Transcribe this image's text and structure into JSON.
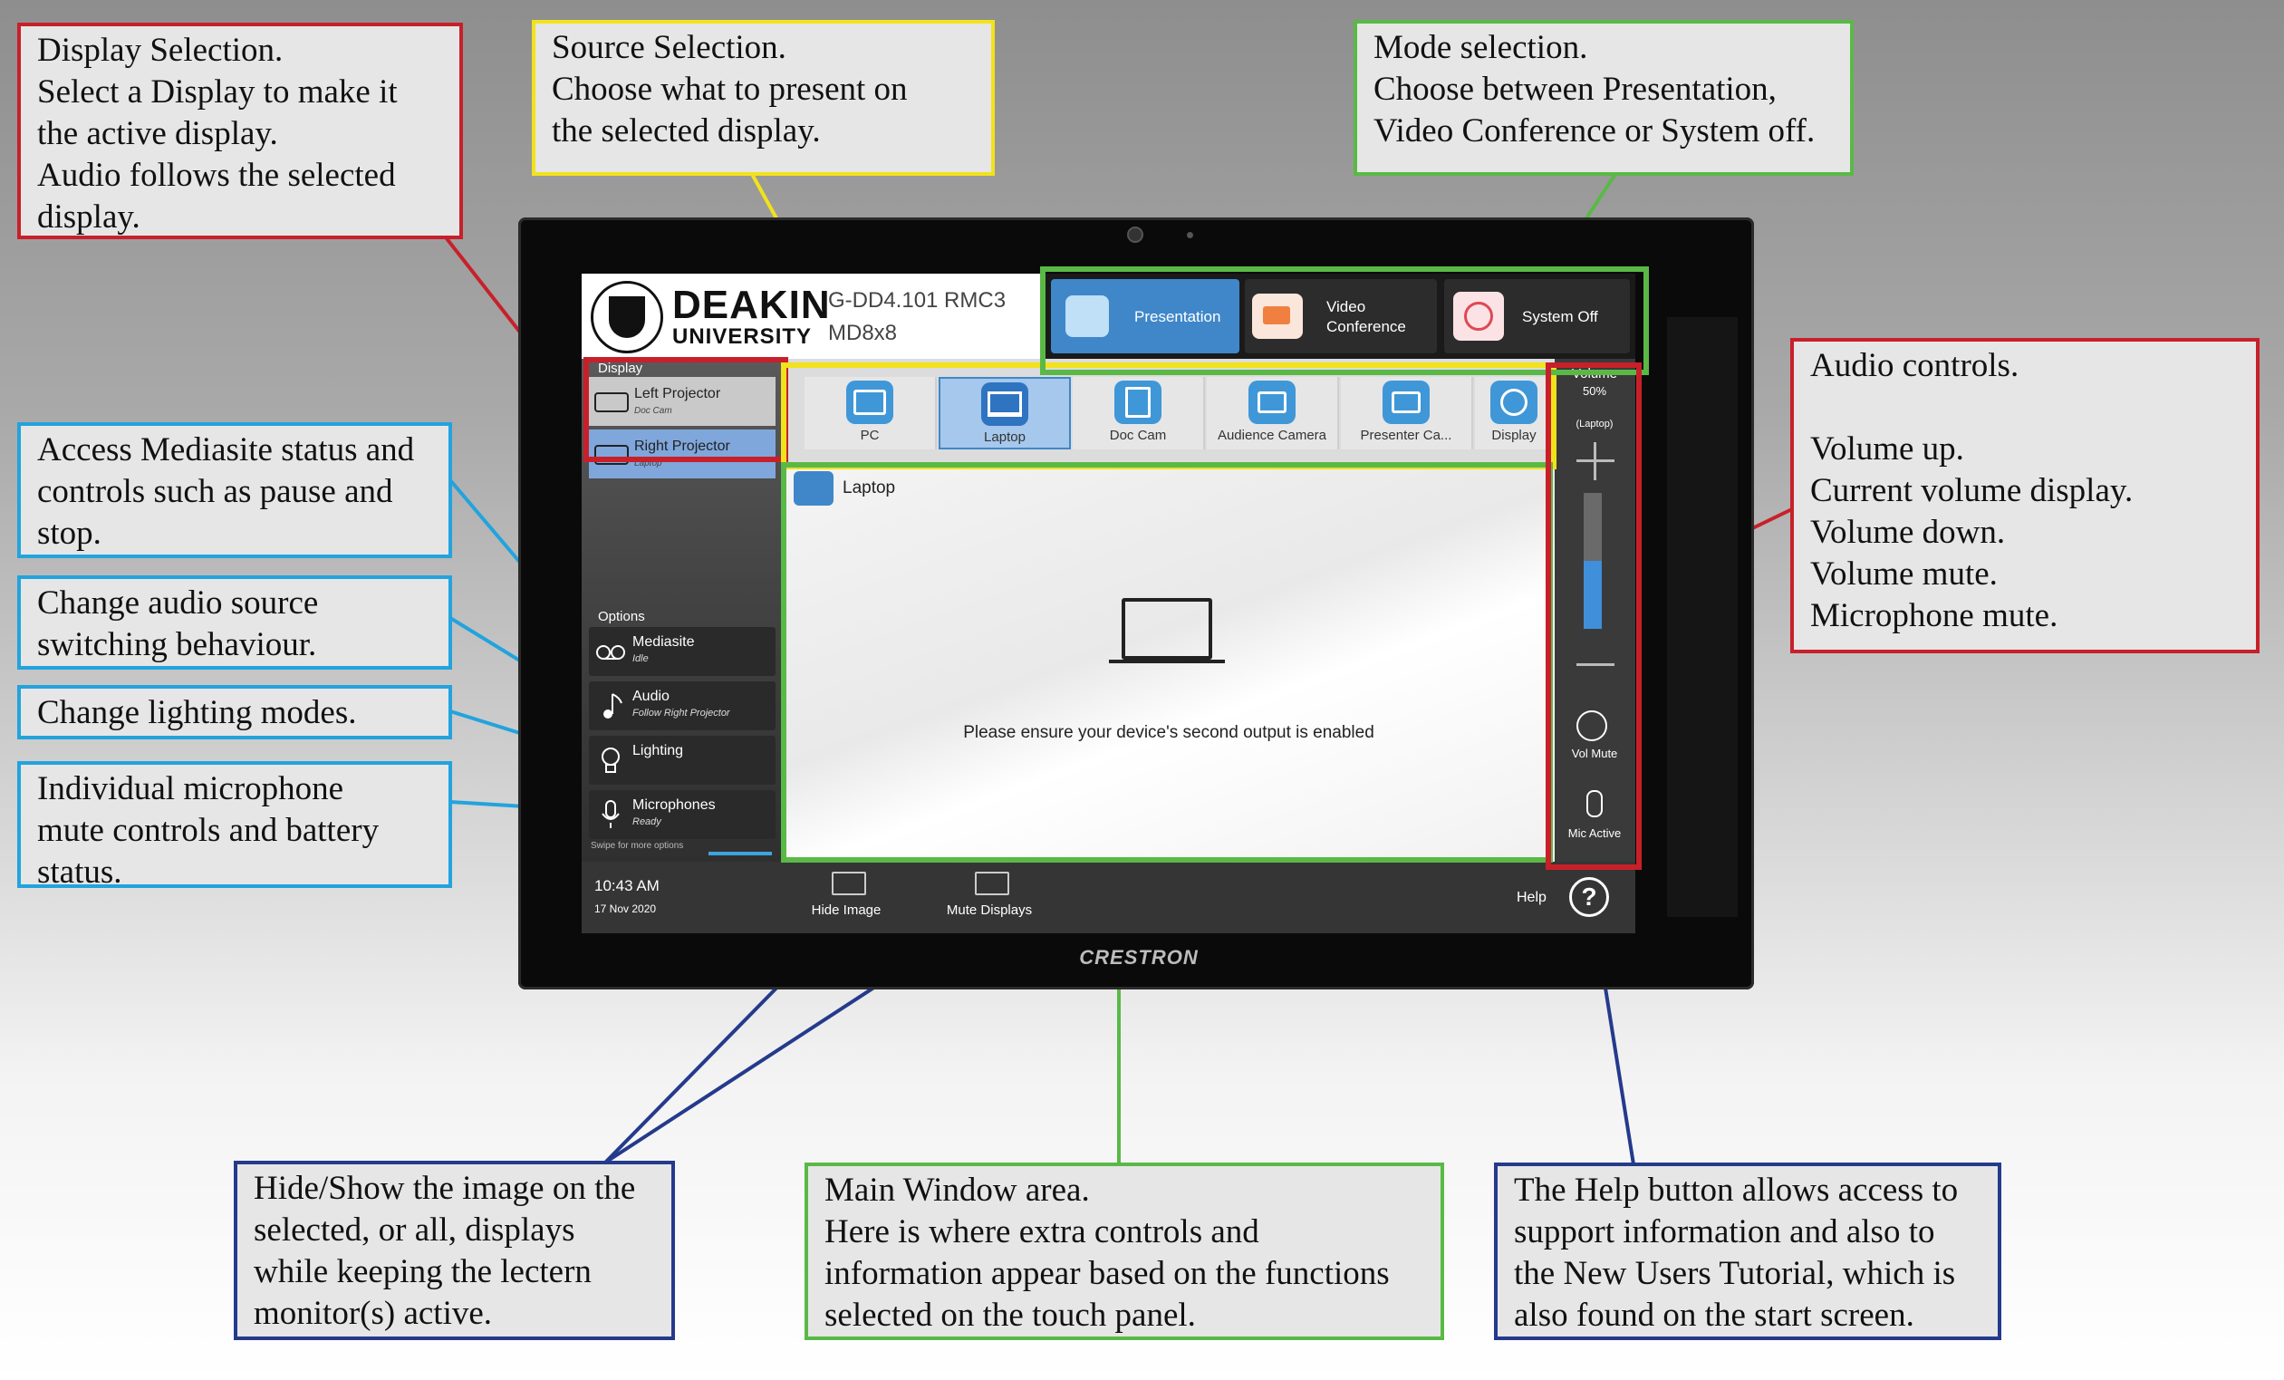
{
  "callouts": {
    "display_selection": "Display Selection.\nSelect a Display to make it\nthe active display.\nAudio follows the selected\ndisplay.",
    "source_selection": "Source Selection.\nChoose what to present on\nthe selected display.",
    "mode_selection": "Mode selection.\nChoose between Presentation,\nVideo Conference or System off.",
    "audio_controls": "Audio controls.\n\nVolume up.\nCurrent volume display.\nVolume down.\nVolume mute.\nMicrophone mute.",
    "mediasite": "Access Mediasite status and\ncontrols such as pause and\nstop.",
    "audio_switching": "Change audio source\nswitching behaviour.",
    "lighting": "Change lighting modes.",
    "microphones": "Individual microphone\nmute controls and battery\nstatus.",
    "hide_show": "Hide/Show the image on the\nselected, or all, displays\nwhile keeping the lectern\nmonitor(s) active.",
    "main_window": "Main Window area.\nHere is where extra controls and\ninformation appear based on the functions\nselected on the touch panel.",
    "help": "The Help button allows access to\nsupport information and also to\nthe New Users Tutorial, which is\nalso found on the start screen."
  },
  "panel": {
    "logo_line1": "DEAKIN",
    "logo_line2": "UNIVERSITY",
    "room_line1": "G-DD4.101 RMC3",
    "room_line2": "MD8x8",
    "modes": [
      {
        "label": "Presentation",
        "icon": "presentation-icon"
      },
      {
        "label": "Video\nConference",
        "icon": "video-conference-icon"
      },
      {
        "label": "System Off",
        "icon": "power-icon"
      }
    ],
    "display_heading": "Display",
    "displays": [
      {
        "label": "Left Projector",
        "sub": "Doc Cam"
      },
      {
        "label": "Right Projector",
        "sub": "Laptop"
      }
    ],
    "sources": [
      {
        "label": "PC",
        "icon": "monitor-icon"
      },
      {
        "label": "Laptop",
        "icon": "laptop-icon"
      },
      {
        "label": "Doc Cam",
        "icon": "doc-cam-icon"
      },
      {
        "label": "Audience Camera",
        "icon": "camera-icon"
      },
      {
        "label": "Presenter Ca...",
        "icon": "camera-icon"
      },
      {
        "label": "Display",
        "icon": "power-icon"
      }
    ],
    "options_heading": "Options",
    "options": [
      {
        "label": "Mediasite",
        "sub": "Idle",
        "icon": "mediasite-icon"
      },
      {
        "label": "Audio",
        "sub": "Follow Right Projector",
        "icon": "music-note-icon"
      },
      {
        "label": "Lighting",
        "sub": "",
        "icon": "lightbulb-icon"
      },
      {
        "label": "Microphones",
        "sub": "Ready",
        "icon": "microphone-icon"
      }
    ],
    "swipe_hint": "Swipe for more options",
    "main_title": "Laptop",
    "main_message": "Please ensure your device's second output is enabled",
    "volume_title": "Volume",
    "volume_value": "50%",
    "volume_source": "(Laptop)",
    "volume_level": 0.5,
    "vol_mute_label": "Vol Mute",
    "mic_label": "Mic Active",
    "time": "10:43 AM",
    "date": "17 Nov 2020",
    "hide_image": "Hide Image",
    "mute_displays": "Mute Displays",
    "help_label": "Help",
    "brand": "CRESTRON"
  },
  "colors": {
    "red": "#c8202a",
    "yellow": "#f2e21b",
    "green": "#5ab946",
    "blue": "#23a3dd",
    "navy": "#243a8c",
    "accent": "#3f87c9"
  }
}
